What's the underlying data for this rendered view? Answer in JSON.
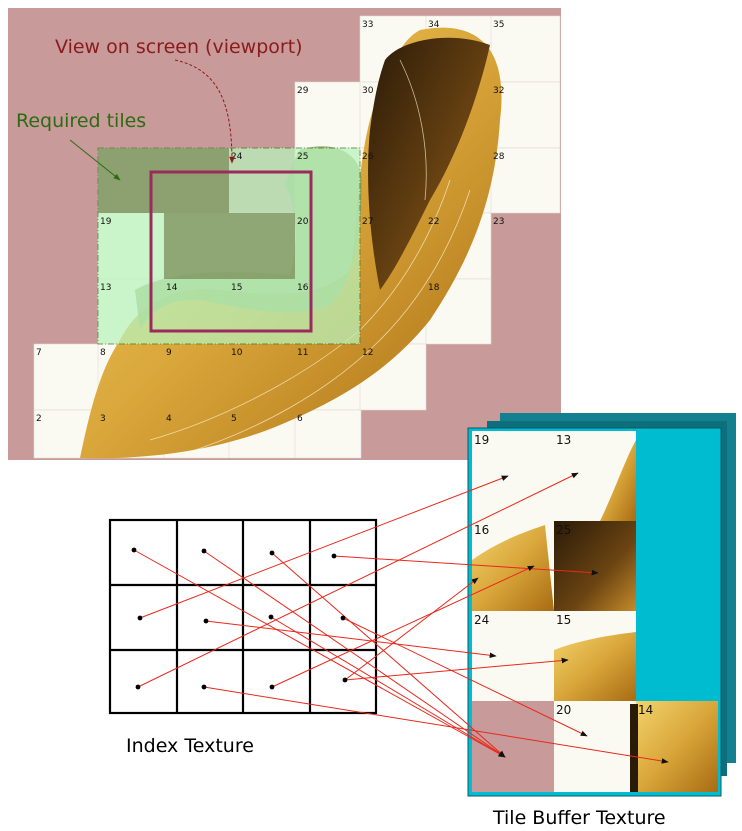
{
  "labels": {
    "viewport": "View on screen (viewport)",
    "required": "Required tiles",
    "index_texture": "Index Texture",
    "tile_buffer": "Tile Buffer Texture"
  },
  "tile_numbers": [
    "2",
    "3",
    "4",
    "5",
    "6",
    "7",
    "8",
    "9",
    "10",
    "11",
    "12",
    "13",
    "14",
    "15",
    "16",
    "18",
    "19",
    "20",
    "22",
    "23",
    "24",
    "25",
    "26",
    "27",
    "28",
    "29",
    "30",
    "32",
    "33",
    "34",
    "35"
  ],
  "buffer_numbers": [
    "19",
    "13",
    "16",
    "25",
    "24",
    "15",
    "20",
    "14"
  ],
  "colors": {
    "background_map": "#c99a9a",
    "tile_bg": "#fbfaf2",
    "required_fill": "#b8f4bc",
    "required_label": "#2d6b12",
    "viewport_stroke": "#9a2b5c",
    "viewport_label": "#8b1a1a",
    "arrow": "#e8281c",
    "buffer_cyan": "#00bcd0",
    "buffer_dark": "#12808f"
  }
}
